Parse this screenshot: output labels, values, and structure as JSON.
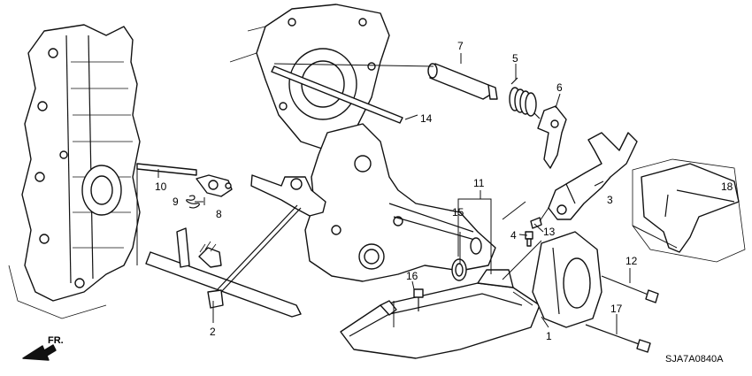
{
  "callouts": [
    {
      "id": "1",
      "label": "1"
    },
    {
      "id": "2",
      "label": "2"
    },
    {
      "id": "3",
      "label": "3"
    },
    {
      "id": "4",
      "label": "4"
    },
    {
      "id": "5",
      "label": "5"
    },
    {
      "id": "6",
      "label": "6"
    },
    {
      "id": "7",
      "label": "7"
    },
    {
      "id": "8",
      "label": "8"
    },
    {
      "id": "9",
      "label": "9"
    },
    {
      "id": "10",
      "label": "10"
    },
    {
      "id": "11",
      "label": "11"
    },
    {
      "id": "12",
      "label": "12"
    },
    {
      "id": "13",
      "label": "13"
    },
    {
      "id": "14",
      "label": "14"
    },
    {
      "id": "15",
      "label": "15"
    },
    {
      "id": "16",
      "label": "16"
    },
    {
      "id": "17",
      "label": "17"
    },
    {
      "id": "18",
      "label": "18"
    }
  ],
  "direction_label": "FR.",
  "diagram_code": "SJA7A0840A"
}
